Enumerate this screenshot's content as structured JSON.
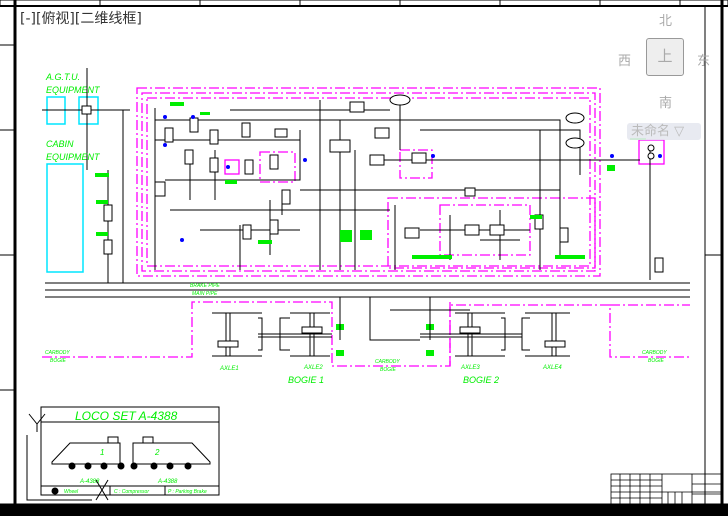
{
  "viewport": {
    "label": "[-][俯视][二维线框]"
  },
  "viewcube": {
    "north": "北",
    "south": "南",
    "east": "东",
    "west": "西",
    "face": "上",
    "ucs": "未命名",
    "ucs_arrow": "▽"
  },
  "drawing": {
    "agtu_line1": "A.G.T.U.",
    "agtu_line2": "EQUIPMENT",
    "cabin_line1": "CABIN",
    "cabin_line2": "EQUIPMENT",
    "brake_pipe": "BRAKE PIPE",
    "main_pipe": "MAIN PIPE",
    "carbody_bogie": "CARBODY BOGIE",
    "bogie1": "BOGIE 1",
    "bogie2": "BOGIE 2",
    "axles": [
      "AXLE1",
      "AXLE2",
      "AXLE3",
      "AXLE4"
    ],
    "carbody_left_1": "CARBODY",
    "carbody_left_2": "BOGIE",
    "carbody_mid_1": "CARBODY",
    "carbody_mid_2": "BOGIE",
    "carbody_right_1": "CARBODY",
    "carbody_right_2": "BOGIE"
  },
  "loco_legend": {
    "title": "LOCO SET A-4388",
    "car1_number": "1",
    "car2_number": "2",
    "car1_id": "A-4388",
    "car2_id": "A-4388",
    "key_wheel": "Wheel",
    "key_compressor": "C : Compressor",
    "key_parking": "P : Parking Brake"
  },
  "colors": {
    "annotation": "#00ee00",
    "boundary": "#ff00ff",
    "equipment": "#00e5ff",
    "line": "#000000",
    "valve": "#0000ff"
  }
}
